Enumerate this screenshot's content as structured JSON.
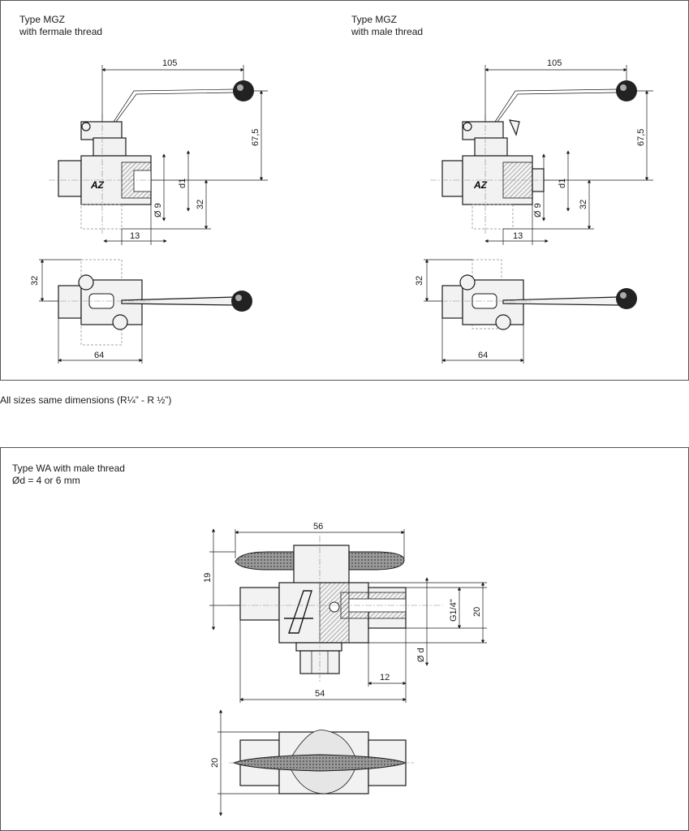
{
  "top_panel": {
    "left_caption": [
      "Type MGZ",
      "with fermale thread"
    ],
    "right_caption": [
      "Type MGZ",
      "with male thread"
    ],
    "dims": {
      "length": "105",
      "height": "67,5",
      "d1": "d1",
      "dia9": "Ø 9",
      "h32": "32",
      "w13": "13",
      "v32": "32",
      "w64": "64"
    }
  },
  "note": "All sizes same dimensions (R¼” - R ½”)",
  "bottom_panel": {
    "caption": [
      "Type WA with male thread",
      "Ød = 4 or 6 mm"
    ],
    "dims": {
      "w56": "56",
      "h19": "19",
      "thread": "G1/4\"",
      "h20": "20",
      "d": "Ø d",
      "w12": "12",
      "w54": "54",
      "v20": "20"
    }
  }
}
